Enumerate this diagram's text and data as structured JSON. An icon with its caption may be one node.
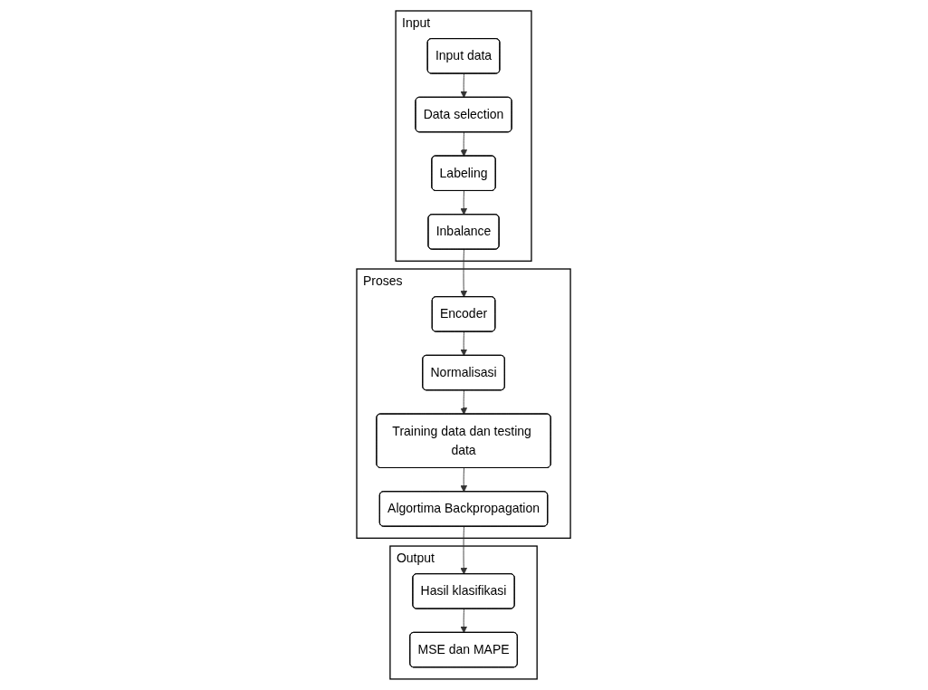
{
  "diagram": {
    "nodes": [
      {
        "text": [
          "Input"
        ]
      },
      {
        "text": [
          "Input data"
        ],
        "in": 0
      },
      {
        "text": [
          "Data selection"
        ],
        "in": 0
      },
      {
        "text": [
          "Labeling"
        ],
        "in": 0
      },
      {
        "text": [
          "Inbalance"
        ],
        "in": 0
      },
      {
        "text": [
          "Proses"
        ]
      },
      {
        "text": [
          "Encoder"
        ],
        "in": 5
      },
      {
        "text": [
          "Normalisasi"
        ],
        "in": 5
      },
      {
        "text": [
          "Training data dan testing data"
        ],
        "in": 5
      },
      {
        "text": [
          "Algortima Backpropagation"
        ],
        "in": 5
      },
      {
        "text": [
          "Output"
        ]
      },
      {
        "text": [
          "Hasil klasifikasi"
        ],
        "in": 10
      },
      {
        "text": [
          "MSE dan MAPE"
        ],
        "in": 10
      }
    ],
    "edges": [
      {
        "from": 1,
        "to": 2,
        "arrow": "to"
      },
      {
        "from": 2,
        "to": 3,
        "arrow": "to"
      },
      {
        "from": 3,
        "to": 4,
        "arrow": "to"
      },
      {
        "from": 4,
        "to": 6,
        "arrow": "to"
      },
      {
        "from": 6,
        "to": 7,
        "arrow": "to"
      },
      {
        "from": 7,
        "to": 8,
        "arrow": "to"
      },
      {
        "from": 8,
        "to": 9,
        "arrow": "to"
      },
      {
        "from": 9,
        "to": 11,
        "arrow": "to"
      },
      {
        "from": 11,
        "to": 12,
        "arrow": "to"
      }
    ]
  }
}
